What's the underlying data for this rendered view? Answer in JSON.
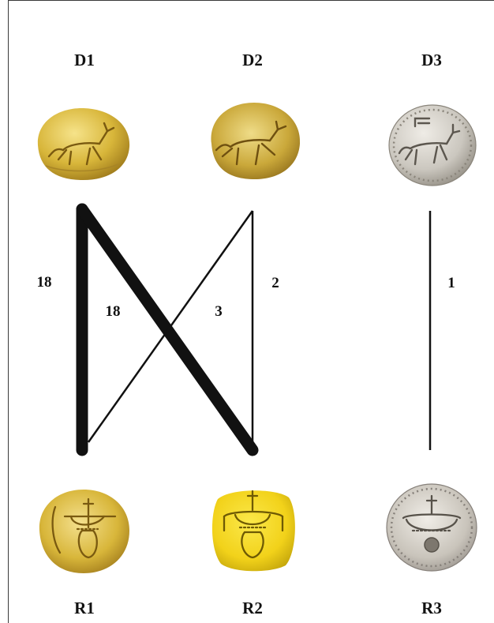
{
  "dies": {
    "obverse": [
      {
        "label": "D1",
        "subject": "horse-right"
      },
      {
        "label": "D2",
        "subject": "horse-right"
      },
      {
        "label": "D3",
        "subject": "horse-right-with-symbol"
      }
    ],
    "reverse": [
      {
        "label": "R1",
        "subject": "cauldron-ornament"
      },
      {
        "label": "R2",
        "subject": "cauldron-ornament"
      },
      {
        "label": "R3",
        "subject": "cauldron-ornament"
      }
    ]
  },
  "links": [
    {
      "from": "D1",
      "to": "R1",
      "count": "18"
    },
    {
      "from": "D1",
      "to": "R2",
      "count": "18"
    },
    {
      "from": "D2",
      "to": "R1",
      "count": "3"
    },
    {
      "from": "D2",
      "to": "R2",
      "count": "2"
    },
    {
      "from": "D3",
      "to": "R3",
      "count": "1"
    }
  ],
  "colors": {
    "gold": "#d8b63a",
    "gold_light": "#f0d86a",
    "gold_dark": "#9a7418",
    "bright_gold": "#f2d21a",
    "silver": "#cbc7bf",
    "silver_dark": "#8a857b",
    "line": "#111111"
  }
}
